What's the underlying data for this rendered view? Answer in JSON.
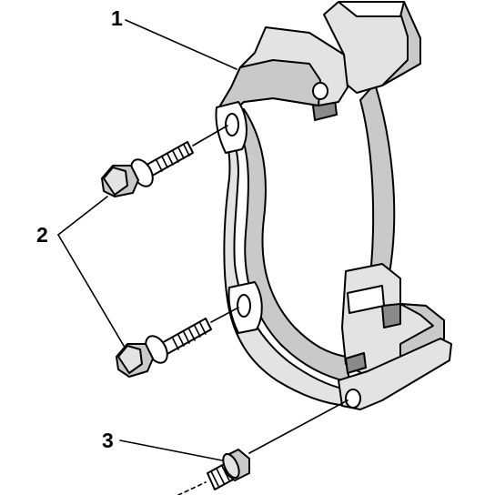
{
  "callouts": {
    "one": "1",
    "two": "2",
    "three": "3"
  },
  "colors": {
    "line": "#000000",
    "shade": "#c9c9c9",
    "background": "#ffffff"
  }
}
